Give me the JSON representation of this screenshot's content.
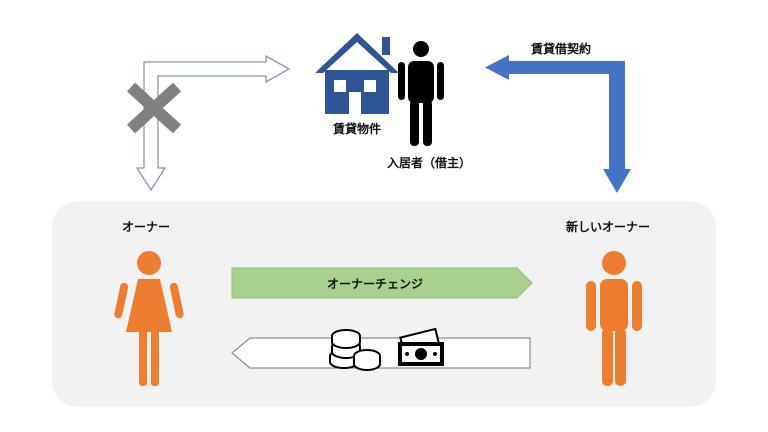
{
  "property_label": "賃貸物件",
  "tenant_label": "入居者（借主）",
  "lease_label": "賃貸借契約",
  "owner_label": "オーナー",
  "new_owner_label": "新しいオーナー",
  "owner_change_label": "オーナーチェンジ",
  "colors": {
    "house": "#2f5597",
    "person_tenant": "#000000",
    "person_owner": "#ed7d31",
    "lease_arrow": "#4472c4",
    "change_arrow": "#a9d18e",
    "cross": "#808080"
  }
}
